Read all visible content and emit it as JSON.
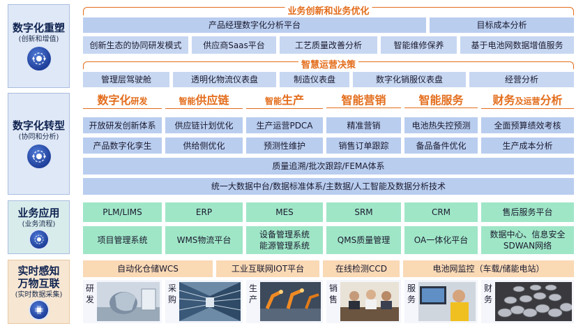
{
  "layers": {
    "reshape": {
      "title": "数字化重塑",
      "subtitle": "(创新和增值)"
    },
    "transform": {
      "title": "数字化转型",
      "subtitle": "(协同和分析)"
    },
    "apps": {
      "title": "业务应用",
      "subtitle": "(业务流程)"
    },
    "sense": {
      "title_line1": "实时感知",
      "title_line2": "万物互联",
      "subtitle": "(实时数据采集)"
    }
  },
  "brackets": {
    "innovation": "业务创新和业务优化",
    "decision": "智慧运营决策"
  },
  "reshape_rows": {
    "row1": [
      "产品经理数字化分析平台",
      "目标成本分析"
    ],
    "row2": [
      "创新生态的协同研发模式",
      "供应商Saas平台",
      "工艺质量改善分析",
      "智能维修保养",
      "基于电池网数据增值服务"
    ],
    "row3": [
      "管理层驾驶舱",
      "透明化物流仪表盘",
      "制造仪表盘",
      "数字化销服仪表盘",
      "经营分析"
    ]
  },
  "transform_heads": [
    {
      "big": "数字化",
      "small": "研发"
    },
    {
      "small": "智能",
      "big": "供应链"
    },
    {
      "small": "智能",
      "big": "生产"
    },
    {
      "big": "智能营销",
      "small": ""
    },
    {
      "big": "智能服务",
      "small": ""
    },
    {
      "big": "财务",
      "small": "及运营",
      "big2": "分析"
    }
  ],
  "transform_rows": {
    "row1": [
      "开放研发创新体系",
      "供应链计划优化",
      "生产运营PDCA",
      "精准营销",
      "电池热失控预测",
      "全面预算绩效考核"
    ],
    "row2": [
      "产品数字化孪生",
      "供给侧优化",
      "预测性维护",
      "销售订单跟踪",
      "备品备件优化",
      "生产成本分析"
    ],
    "row3": "质量追溯/批次跟踪/FEMA体系",
    "row4": "统一大数据中台/数据标准体系/主数据/人工智能及数据分析技术"
  },
  "apps_rows": {
    "row1": [
      "PLM/LIMS",
      "ERP",
      "MES",
      "SRM",
      "CRM",
      "售后服务平台"
    ],
    "row2": [
      "项目管理系统",
      "WMS物流平台",
      "设备管理系统\n能源管理系统",
      "QMS质量管理",
      "OA一体化平台",
      "数据中心、信息安全\nSDWAN网络"
    ]
  },
  "sense_row": [
    "自动化仓储WCS",
    "工业互联网IOT平台",
    "在线检测CCD",
    "电池网监控（车载/储能电站）"
  ],
  "photos": [
    "研发",
    "采购",
    "生产",
    "销售",
    "服务",
    "财务"
  ],
  "colors": {
    "accent": "#e36d1c",
    "blue": "#b9cdef",
    "green": "#9fe6c7",
    "orange": "#fad9b5",
    "title": "#0f2350"
  }
}
